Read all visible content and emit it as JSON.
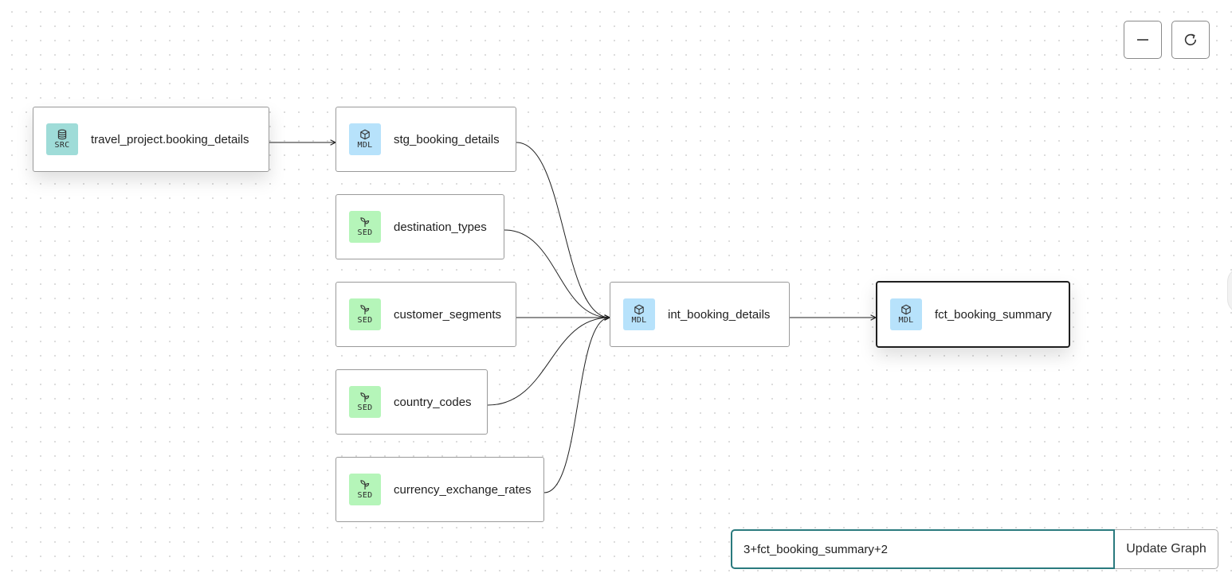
{
  "controls": {
    "zoom_out_icon": "minus-icon",
    "reset_icon": "refresh-icon"
  },
  "nodes": {
    "booking_source": {
      "type": "SRC",
      "label": "travel_project.booking_details",
      "icon": "database-icon",
      "color": "#9fdcd8"
    },
    "stg_booking": {
      "type": "MDL",
      "label": "stg_booking_details",
      "icon": "cube-icon",
      "color": "#b7e2fb"
    },
    "destination_types": {
      "type": "SED",
      "label": "destination_types",
      "icon": "sprout-icon",
      "color": "#b5f5b9"
    },
    "customer_segments": {
      "type": "SED",
      "label": "customer_segments",
      "icon": "sprout-icon",
      "color": "#b5f5b9"
    },
    "country_codes": {
      "type": "SED",
      "label": "country_codes",
      "icon": "sprout-icon",
      "color": "#b5f5b9"
    },
    "currency_rates": {
      "type": "SED",
      "label": "currency_exchange_rates",
      "icon": "sprout-icon",
      "color": "#b5f5b9"
    },
    "int_booking": {
      "type": "MDL",
      "label": "int_booking_details",
      "icon": "cube-icon",
      "color": "#b7e2fb"
    },
    "fct_summary": {
      "type": "MDL",
      "label": "fct_booking_summary",
      "icon": "cube-icon",
      "color": "#b7e2fb",
      "selected": true
    }
  },
  "edges": [
    [
      "booking_source",
      "stg_booking"
    ],
    [
      "stg_booking",
      "int_booking"
    ],
    [
      "destination_types",
      "int_booking"
    ],
    [
      "customer_segments",
      "int_booking"
    ],
    [
      "country_codes",
      "int_booking"
    ],
    [
      "currency_rates",
      "int_booking"
    ],
    [
      "int_booking",
      "fct_summary"
    ]
  ],
  "query": {
    "value": "3+fct_booking_summary+2",
    "button_label": "Update Graph"
  }
}
